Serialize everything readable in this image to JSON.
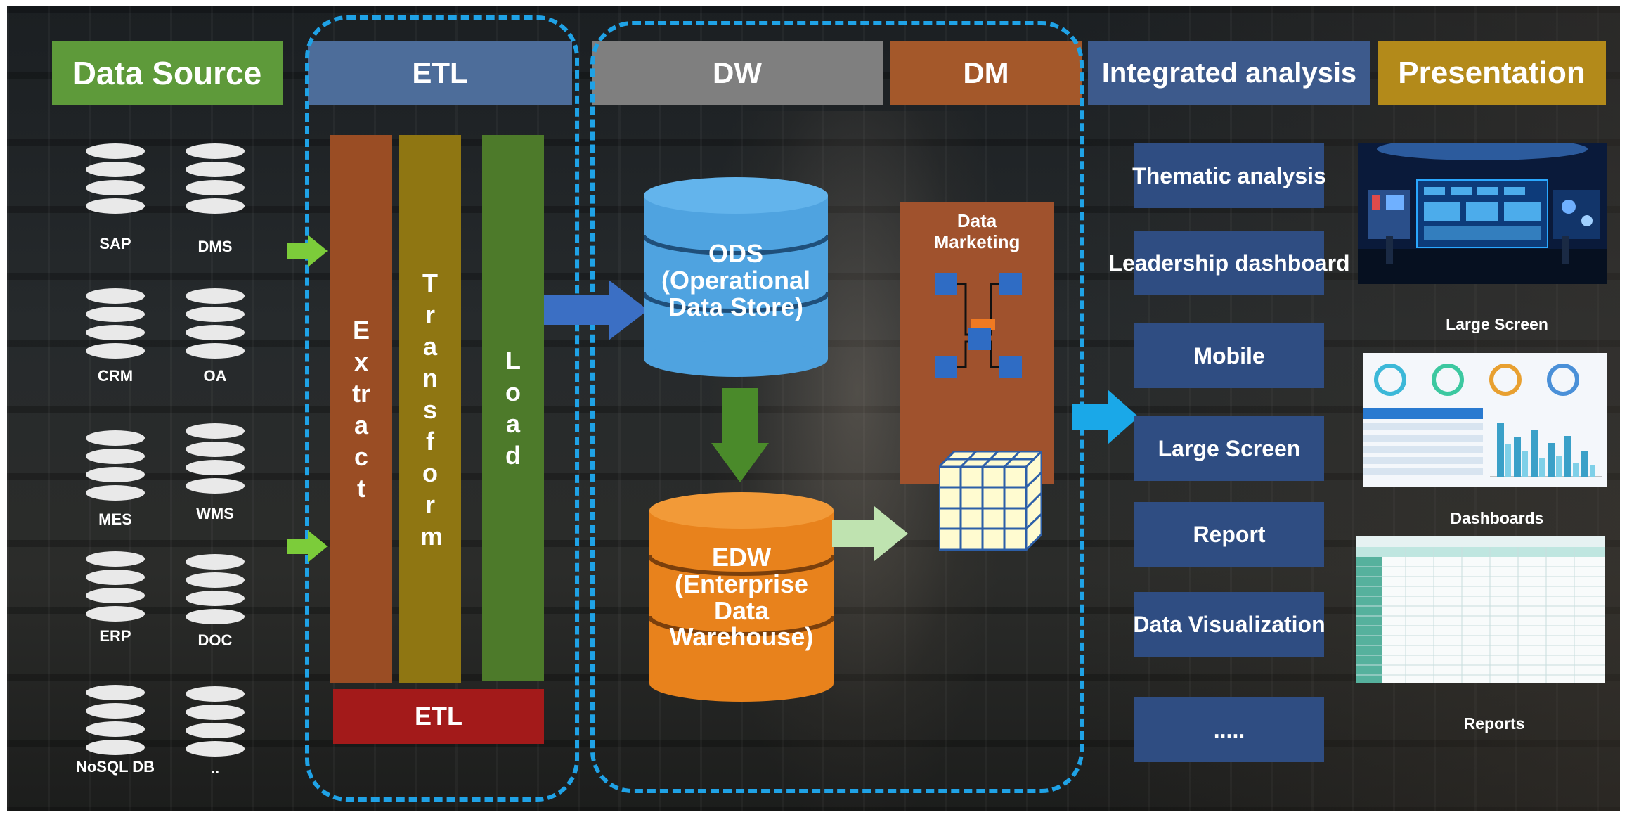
{
  "headers": {
    "data_source": "Data Source",
    "etl": "ETL",
    "dw": "DW",
    "dm": "DM",
    "integrated_analysis": "Integrated analysis",
    "presentation": "Presentation"
  },
  "data_sources": [
    "SAP",
    "DMS",
    "CRM",
    "OA",
    "MES",
    "WMS",
    "ERP",
    "DOC",
    "NoSQL DB",
    ".."
  ],
  "etl": {
    "extract": "Extract",
    "transform": "Transform",
    "load": "Load",
    "bottom_label": "ETL"
  },
  "dw": {
    "ods_line1": "ODS",
    "ods_line2": "(Operational",
    "ods_line3": "Data Store)",
    "edw_line1": "EDW",
    "edw_line2": "(Enterprise",
    "edw_line3": "Data",
    "edw_line4": "Warehouse)"
  },
  "dm": {
    "title_line1": "Data",
    "title_line2": "Marketing"
  },
  "integrated_analysis": {
    "items": [
      "Thematic analysis",
      "Leadership dashboard",
      "Mobile",
      "Large Screen",
      "Report",
      "Data Visualization",
      "....."
    ]
  },
  "presentation": {
    "items": [
      "Large Screen",
      "Dashboards",
      "Reports"
    ]
  },
  "colors": {
    "dashed_border": "#1fa2e6",
    "ods_cylinder": "#4fa3e0",
    "edw_cylinder": "#e8821c",
    "arrow_green": "#7ccc3a",
    "arrow_blue": "#3b6fc4",
    "arrow_cyan": "#1aa8e8"
  }
}
